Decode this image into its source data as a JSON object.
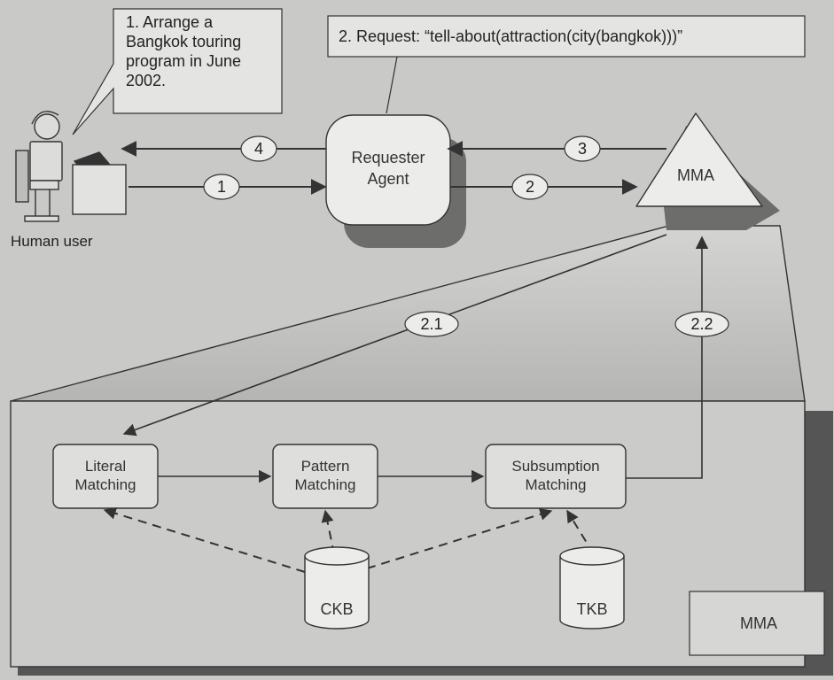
{
  "speech_bubble": {
    "text": "1. Arrange a\nBangkok touring\nprogram in June\n2002."
  },
  "request_box": {
    "text": "2. Request: “tell-about(attraction(city(bangkok)))”"
  },
  "human_user": {
    "label": "Human user"
  },
  "requester_agent": {
    "label": "Requester\nAgent"
  },
  "mma_triangle": {
    "label": "MMA"
  },
  "steps": {
    "s1": "1",
    "s2": "2",
    "s3": "3",
    "s4": "4",
    "s21": "2.1",
    "s22": "2.2"
  },
  "modules": {
    "literal": "Literal\nMatching",
    "pattern": "Pattern\nMatching",
    "subsumption": "Subsumption\nMatching"
  },
  "databases": {
    "ckb": "CKB",
    "tkb": "TKB"
  },
  "mma_box": {
    "label": "MMA"
  }
}
